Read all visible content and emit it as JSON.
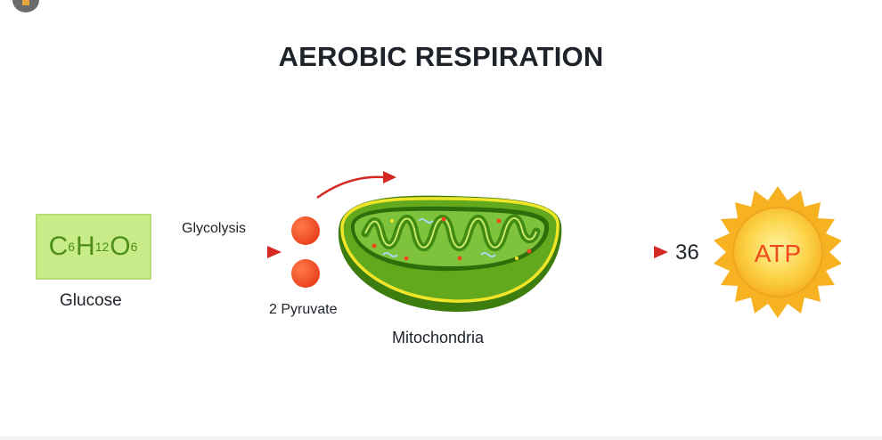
{
  "title": "AEROBIC RESPIRATION",
  "glucose": {
    "formula": [
      {
        "sym": "C",
        "sub": "6"
      },
      {
        "sym": "H",
        "sub": "12"
      },
      {
        "sym": "O",
        "sub": "6"
      }
    ],
    "label": "Glucose"
  },
  "glycolysis_label": "Glycolysis",
  "pyruvate_label": "2 Pyruvate",
  "mitochondria_label": "Mitochondria",
  "atp_count": "36",
  "atp_label": "ATP",
  "colors": {
    "arrow": "#d42a22",
    "pyruvate": "#ef4a1f",
    "mito_outer": "#4e9a13",
    "mito_rim": "#f1e52a",
    "sun": "#f8b623",
    "atp_text": "#f04a1c"
  }
}
